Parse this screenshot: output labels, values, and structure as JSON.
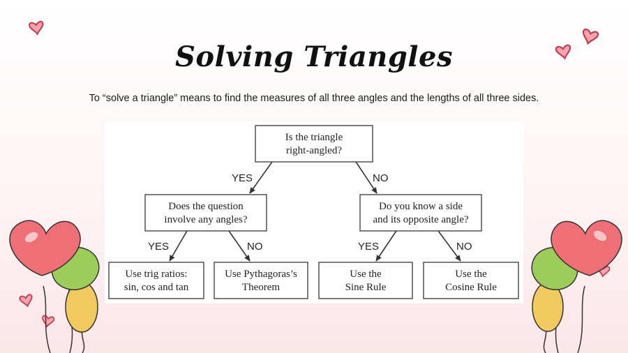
{
  "slide": {
    "title": "Solving Triangles",
    "subtitle": "To “solve a triangle” means to find the measures of all three angles and the lengths of all three sides."
  },
  "flowchart": {
    "root": {
      "line1": "Is the triangle",
      "line2": "right-angled?"
    },
    "left_question": {
      "line1": "Does the question",
      "line2": "involve any angles?"
    },
    "right_question": {
      "line1": "Do you know a side",
      "line2": "and its opposite angle?"
    },
    "leaf_trig": {
      "line1": "Use trig ratios:",
      "line2": "sin, cos and tan"
    },
    "leaf_pythagoras": {
      "line1": "Use Pythagoras’s",
      "line2": "Theorem"
    },
    "leaf_sine": {
      "line1": "Use the",
      "line2": "Sine Rule"
    },
    "leaf_cosine": {
      "line1": "Use the",
      "line2": "Cosine Rule"
    },
    "edges": {
      "root_yes": "YES",
      "root_no": "NO",
      "left_yes": "YES",
      "left_no": "NO",
      "right_yes": "YES",
      "right_no": "NO"
    }
  },
  "colors": {
    "heart": "#d94a5f",
    "balloon_red": "#ef6f76",
    "balloon_green": "#9ccc5a",
    "balloon_yellow": "#f2c95e",
    "box_border": "#444444"
  }
}
